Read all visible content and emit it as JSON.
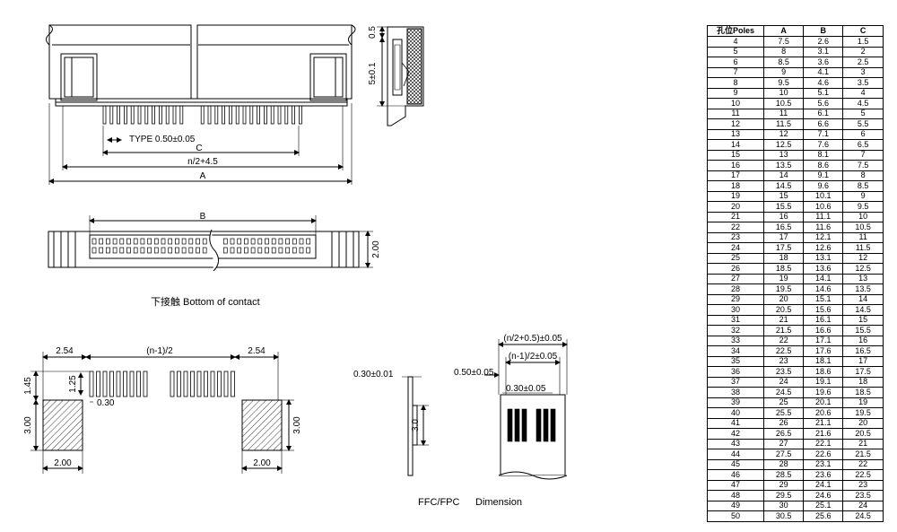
{
  "top_view": {
    "dim_type_pitch": "TYPE 0.50±0.05",
    "dim_c": "C",
    "dim_n2": "n/2+4.5",
    "dim_a": "A"
  },
  "side_view": {
    "dim_top": "0.5",
    "dim_height": "5±0.1"
  },
  "bottom_view": {
    "dim_b": "B",
    "dim_depth": "2.00",
    "caption": "下接触 Bottom of contact"
  },
  "pcb_layout": {
    "dim_left_margin": "2.54",
    "dim_pitch_span": "(n-1)/2",
    "dim_right_margin": "2.54",
    "dim_pad_length": "1.45",
    "dim_pad_inner": "1.25",
    "dim_pad_width": "0.30",
    "dim_left_block_height": "3.00",
    "dim_right_block_height": "3.00",
    "dim_left_block_width": "2.00",
    "dim_right_block_width": "2.00"
  },
  "ffc": {
    "dim_thickness": "0.30±0.01",
    "dim_stiffener": "3.0",
    "dim_edge": "0.50±0.05",
    "dim_total": "(n/2+0.5)±0.05",
    "dim_span": "(n-1)/2±0.05",
    "dim_pitch": "0.30±0.05",
    "caption_left": "FFC/FPC",
    "caption_right": "Dimension"
  },
  "table": {
    "headers": [
      "孔位Poles",
      "A",
      "B",
      "C"
    ],
    "rows": [
      [
        "4",
        "7.5",
        "2.6",
        "1.5"
      ],
      [
        "5",
        "8",
        "3.1",
        "2"
      ],
      [
        "6",
        "8.5",
        "3.6",
        "2.5"
      ],
      [
        "7",
        "9",
        "4.1",
        "3"
      ],
      [
        "8",
        "9.5",
        "4.6",
        "3.5"
      ],
      [
        "9",
        "10",
        "5.1",
        "4"
      ],
      [
        "10",
        "10.5",
        "5.6",
        "4.5"
      ],
      [
        "11",
        "11",
        "6.1",
        "5"
      ],
      [
        "12",
        "11.5",
        "6.6",
        "5.5"
      ],
      [
        "13",
        "12",
        "7.1",
        "6"
      ],
      [
        "14",
        "12.5",
        "7.6",
        "6.5"
      ],
      [
        "15",
        "13",
        "8.1",
        "7"
      ],
      [
        "16",
        "13.5",
        "8.6",
        "7.5"
      ],
      [
        "17",
        "14",
        "9.1",
        "8"
      ],
      [
        "18",
        "14.5",
        "9.6",
        "8.5"
      ],
      [
        "19",
        "15",
        "10.1",
        "9"
      ],
      [
        "20",
        "15.5",
        "10.6",
        "9.5"
      ],
      [
        "21",
        "16",
        "11.1",
        "10"
      ],
      [
        "22",
        "16.5",
        "11.6",
        "10.5"
      ],
      [
        "23",
        "17",
        "12.1",
        "11"
      ],
      [
        "24",
        "17.5",
        "12.6",
        "11.5"
      ],
      [
        "25",
        "18",
        "13.1",
        "12"
      ],
      [
        "26",
        "18.5",
        "13.6",
        "12.5"
      ],
      [
        "27",
        "19",
        "14.1",
        "13"
      ],
      [
        "28",
        "19.5",
        "14.6",
        "13.5"
      ],
      [
        "29",
        "20",
        "15.1",
        "14"
      ],
      [
        "30",
        "20.5",
        "15.6",
        "14.5"
      ],
      [
        "31",
        "21",
        "16.1",
        "15"
      ],
      [
        "32",
        "21.5",
        "16.6",
        "15.5"
      ],
      [
        "33",
        "22",
        "17.1",
        "16"
      ],
      [
        "34",
        "22.5",
        "17.6",
        "16.5"
      ],
      [
        "35",
        "23",
        "18.1",
        "17"
      ],
      [
        "36",
        "23.5",
        "18.6",
        "17.5"
      ],
      [
        "37",
        "24",
        "19.1",
        "18"
      ],
      [
        "38",
        "24.5",
        "19.6",
        "18.5"
      ],
      [
        "39",
        "25",
        "20.1",
        "19"
      ],
      [
        "40",
        "25.5",
        "20.6",
        "19.5"
      ],
      [
        "41",
        "26",
        "21.1",
        "20"
      ],
      [
        "42",
        "26.5",
        "21.6",
        "20.5"
      ],
      [
        "43",
        "27",
        "22.1",
        "21"
      ],
      [
        "44",
        "27.5",
        "22.6",
        "21.5"
      ],
      [
        "45",
        "28",
        "23.1",
        "22"
      ],
      [
        "46",
        "28.5",
        "23.6",
        "22.5"
      ],
      [
        "47",
        "29",
        "24.1",
        "23"
      ],
      [
        "48",
        "29.5",
        "24.6",
        "23.5"
      ],
      [
        "49",
        "30",
        "25.1",
        "24"
      ],
      [
        "50",
        "30.5",
        "25.6",
        "24.5"
      ]
    ]
  }
}
